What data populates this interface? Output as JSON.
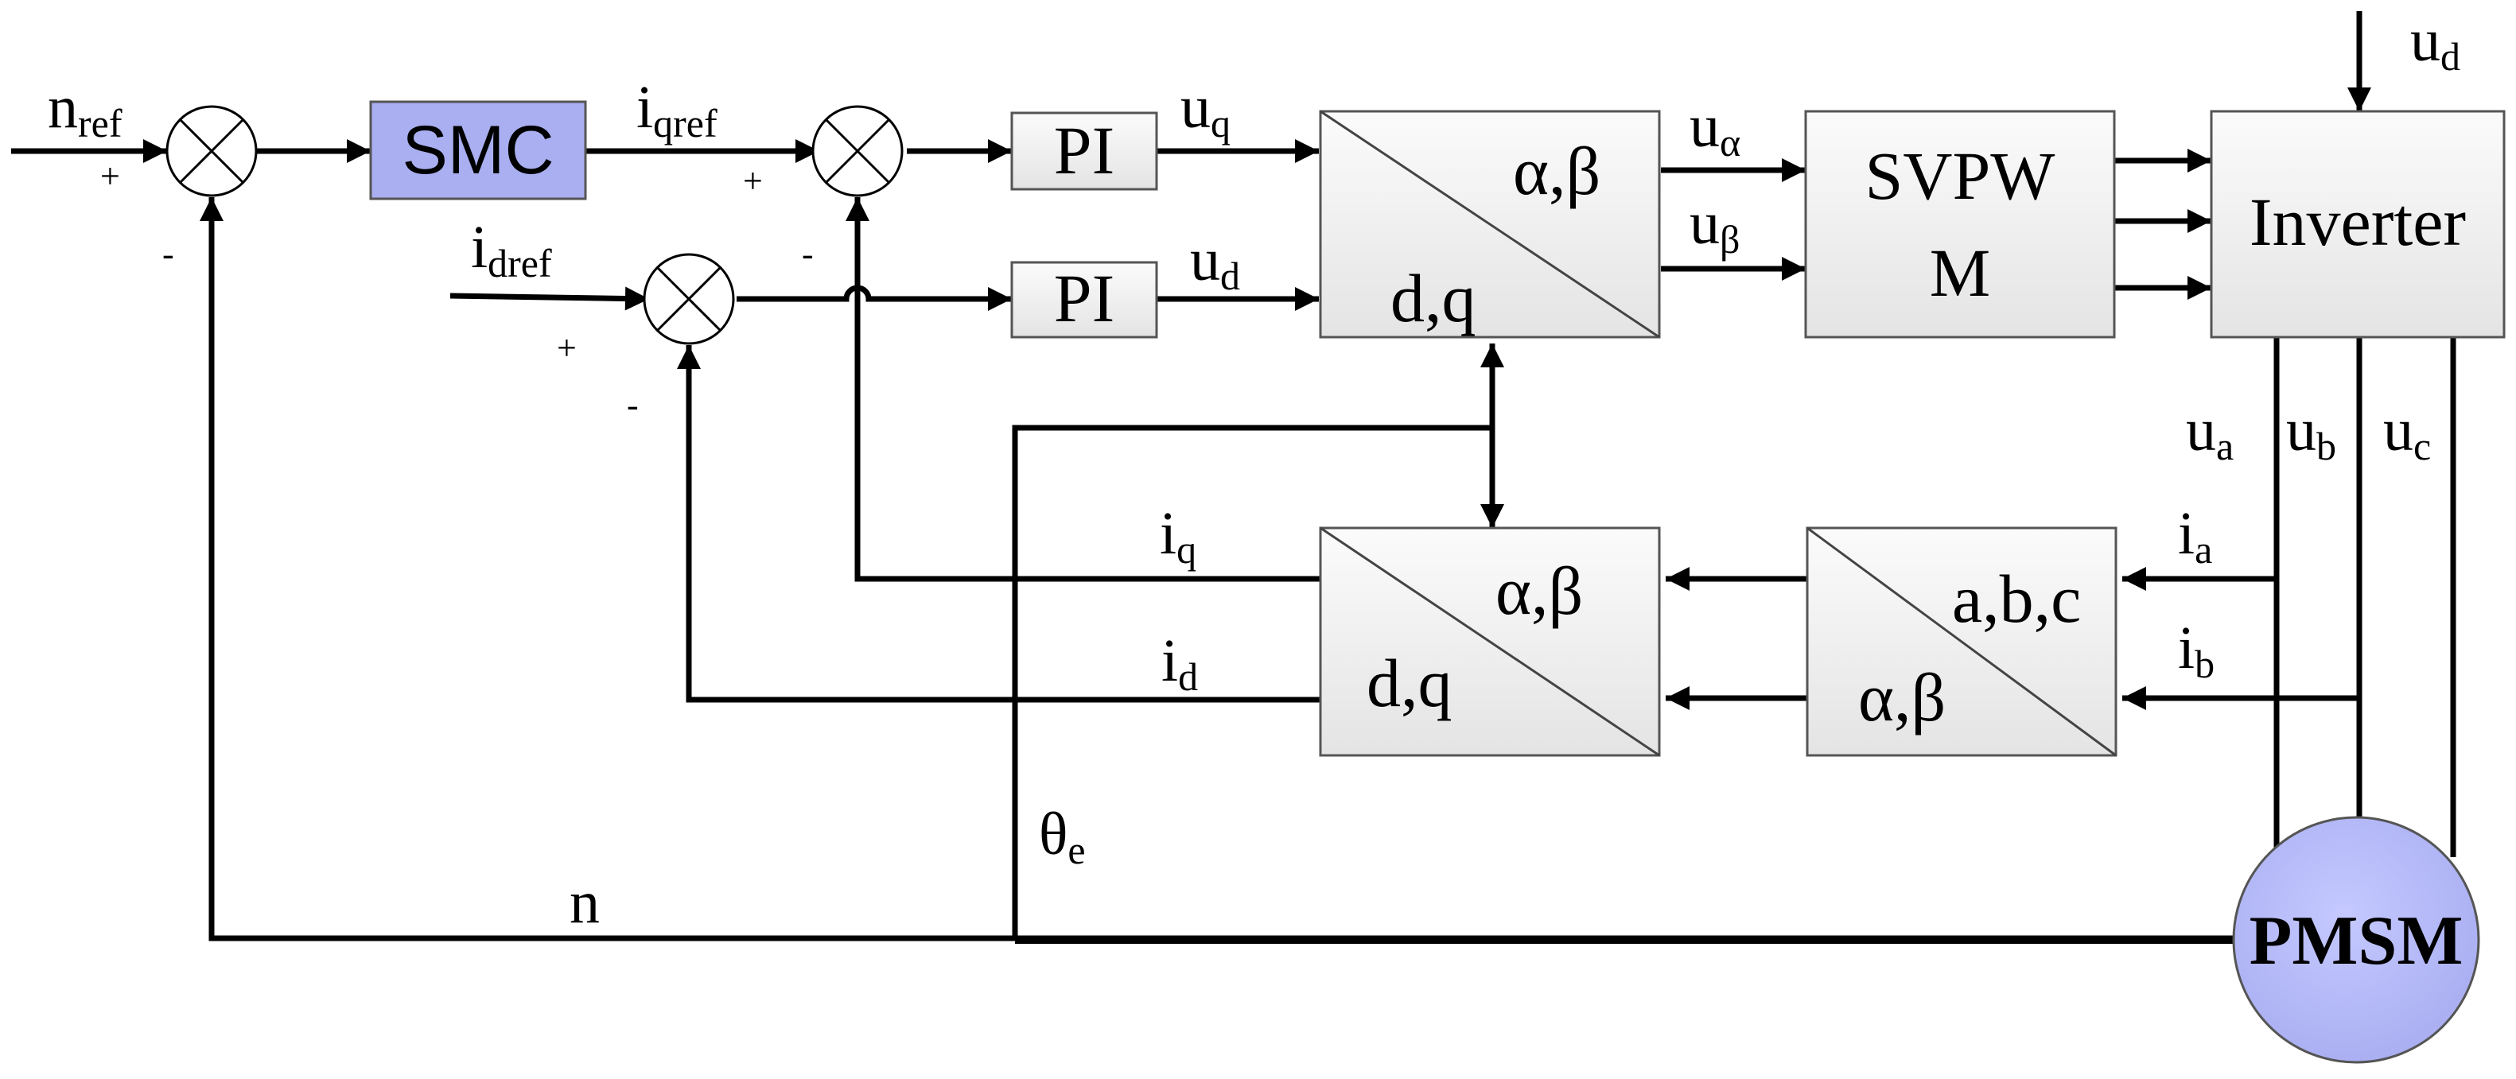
{
  "blocks": {
    "smc": "SMC",
    "pi_q": "PI",
    "pi_d": "PI",
    "park_top": {
      "right": "α,β",
      "left": "d,q"
    },
    "park_bottom": {
      "right": "α,β",
      "left": "d,q"
    },
    "clarke": {
      "right": "a,b,c",
      "left": "α,β"
    },
    "svpwm_line1": "SVPW",
    "svpwm_line2": "M",
    "inverter": "Inverter",
    "pmsm": "PMSM"
  },
  "signals": {
    "n_ref": {
      "base": "n",
      "sub": "ref"
    },
    "i_qref": {
      "base": "i",
      "sub": "qref"
    },
    "i_dref": {
      "base": "i",
      "sub": "dref"
    },
    "u_q": {
      "base": "u",
      "sub": "q"
    },
    "u_d_pi": {
      "base": "u",
      "sub": "d"
    },
    "u_alpha": {
      "base": "u",
      "sub": "α"
    },
    "u_beta": {
      "base": "u",
      "sub": "β"
    },
    "u_d_dc": {
      "base": "u",
      "sub": "d"
    },
    "u_a": {
      "base": "u",
      "sub": "a"
    },
    "u_b": {
      "base": "u",
      "sub": "b"
    },
    "u_c": {
      "base": "u",
      "sub": "c"
    },
    "i_a": {
      "base": "i",
      "sub": "a"
    },
    "i_b": {
      "base": "i",
      "sub": "b"
    },
    "i_q": {
      "base": "i",
      "sub": "q"
    },
    "i_d": {
      "base": "i",
      "sub": "d"
    },
    "theta_e": {
      "base": "θ",
      "sub": "e"
    },
    "n": {
      "base": "n",
      "sub": ""
    }
  },
  "signs": {
    "sum1_plus": "+",
    "sum1_minus": "-",
    "sum2_plus": "+",
    "sum2_minus": "-",
    "sum3_plus": "+",
    "sum3_minus": "-"
  }
}
